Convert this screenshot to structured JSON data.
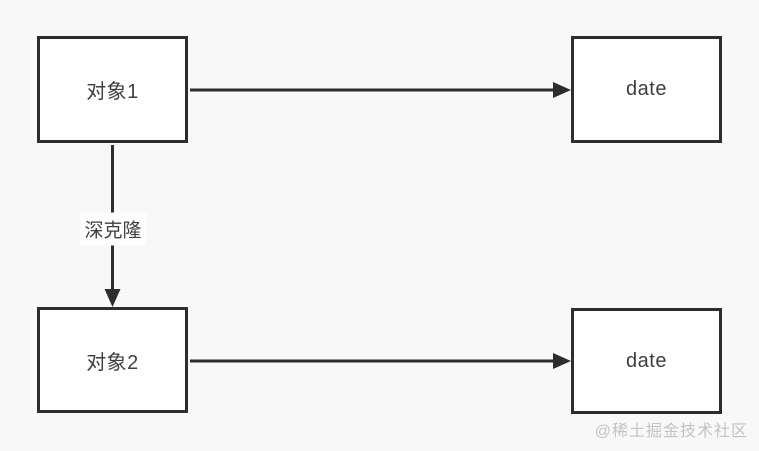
{
  "diagram": {
    "title": "deep-clone-diagram",
    "nodes": [
      {
        "id": "obj1",
        "label": "对象1"
      },
      {
        "id": "date1",
        "label": "date"
      },
      {
        "id": "obj2",
        "label": "对象2"
      },
      {
        "id": "date2",
        "label": "date"
      }
    ],
    "edges": [
      {
        "from": "obj1",
        "to": "date1",
        "label": "",
        "direction": "right"
      },
      {
        "from": "obj1",
        "to": "obj2",
        "label": "深克隆",
        "direction": "down"
      },
      {
        "from": "obj2",
        "to": "date2",
        "label": "",
        "direction": "right"
      }
    ],
    "colors": {
      "background": "#f8f8f8",
      "node_fill": "#fefefe",
      "stroke": "#2d2d2d",
      "text": "#3f3f3f",
      "watermark": "#c3c3c3"
    }
  },
  "watermark": {
    "text": "@稀土掘金技术社区"
  }
}
